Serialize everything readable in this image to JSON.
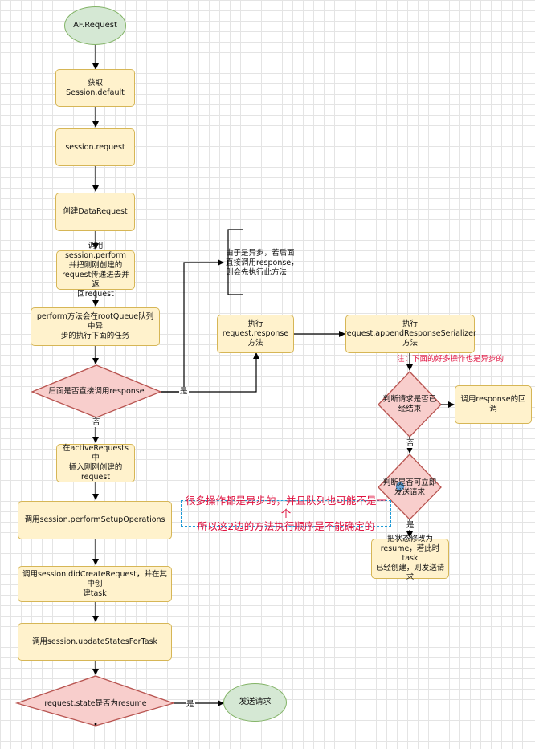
{
  "nodes": {
    "start": "AF.Request",
    "get_session": "获取Session.default",
    "session_request": "session.request",
    "create_datarequest": "创建DataRequest",
    "perform": "调用session.perform\n并把刚刚创建的\nrequest传递进去并返\n回request",
    "root_queue": "perform方法会在rootQueue队列中异\n步的执行下面的任务",
    "decision_response": "后面是否直接调用response",
    "insert_active": "在activeRequests中\n插入刚刚创建的\nrequest",
    "setup_ops": "调用session.performSetupOperations",
    "did_create": "调用session.didCreateRequest，并在其中创\n建task",
    "update_states": "调用session.updateStatesForTask",
    "decision_resume": "request.state是否为resume",
    "send_request": "发送请求",
    "exec_response": "执行request.response\n方法",
    "append_serializer": "执行\nrequest.appendResponseSerializer\n方法",
    "decision_finished": "判断请求是否已\n经结束",
    "call_response": "调用response的回调",
    "decision_can_send": "判断是否可立即\n发送请求",
    "change_state": "把状态修改为\nresume，若此时task\n已经创建，则发送请\n求"
  },
  "notes": {
    "async_bracket": "由于是异步，若后面\n直接调用response，\n则会先执行此方法",
    "async_ops": "注：下面的好多操作也是异步的",
    "order_uncertain": "很多操作都是异步的，并且队列也可能不是一个\n所以这2边的方法执行顺序是不能确定的"
  },
  "edge_labels": {
    "yes_response": "是",
    "no_response": "否",
    "no_finished": "否",
    "yes_can_send": "是",
    "yes_resume": "是"
  },
  "colors": {
    "process_fill": "#fff2cc",
    "process_stroke": "#d6b656",
    "terminal_fill": "#d5e8d4",
    "terminal_stroke": "#82b366",
    "decision_fill": "#f8cecc",
    "decision_stroke": "#b85450",
    "note_text": "#e0113f",
    "note_border": "#1f9ad6"
  }
}
